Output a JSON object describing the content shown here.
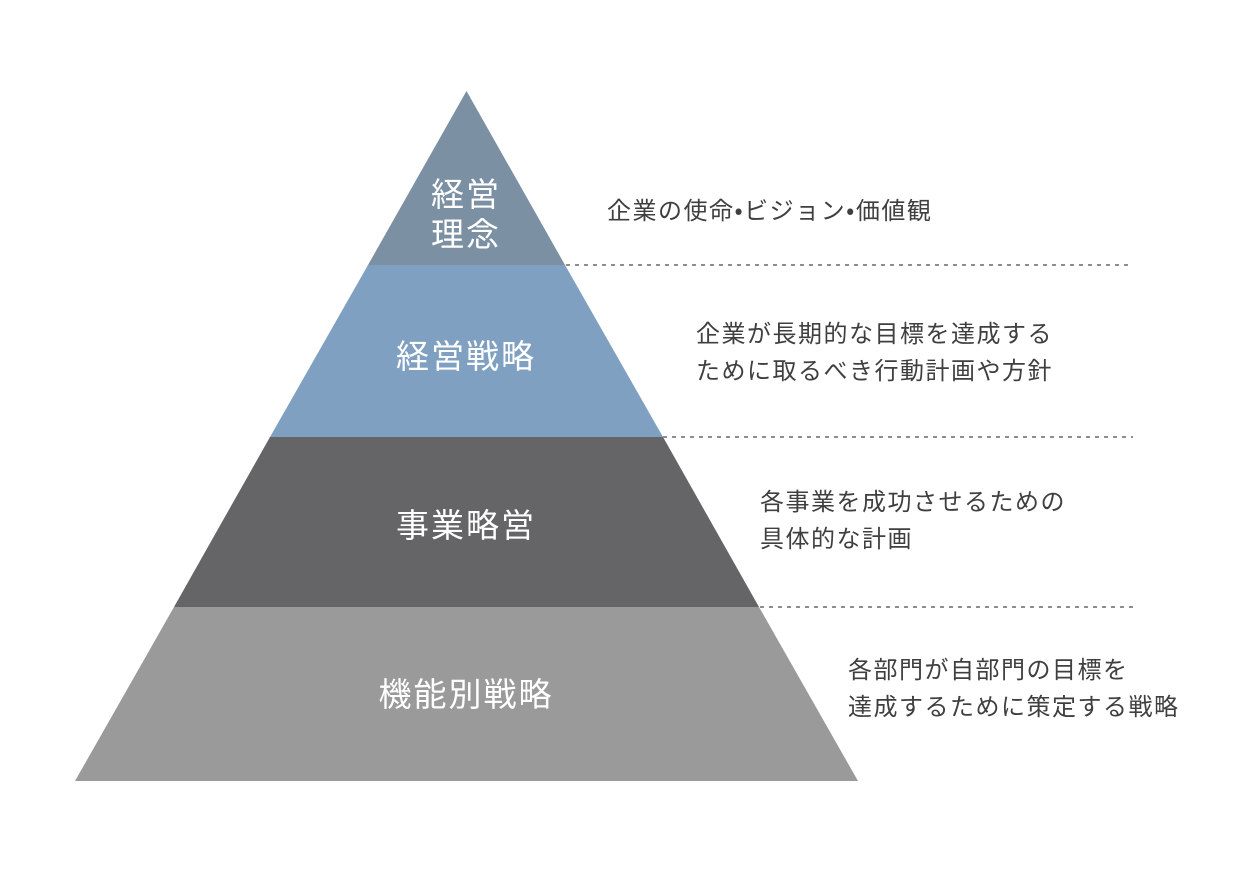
{
  "diagram": {
    "type": "pyramid",
    "background_color": "#FFFFFF",
    "label_text_color": "#FFFFFF",
    "description_text_color": "#3F3F3F",
    "divider_line_color": "#8D8D8D",
    "tiers": [
      {
        "label": "経営\n理念",
        "description": "企業の使命・ビジョン・価値観",
        "color": "#7C90A3"
      },
      {
        "label": "経営戦略",
        "description": "企業が長期的な目標を達成する\nために取るべき行動計画や方針",
        "color": "#80A0C2"
      },
      {
        "label": "事業略営",
        "description": "各事業を成功させるための\n具体的な計画",
        "color": "#656567"
      },
      {
        "label": "機能別戦略",
        "description": "各部門が自部門の目標を\n達成するために策定する戦略",
        "color": "#9A9A9A"
      }
    ]
  }
}
